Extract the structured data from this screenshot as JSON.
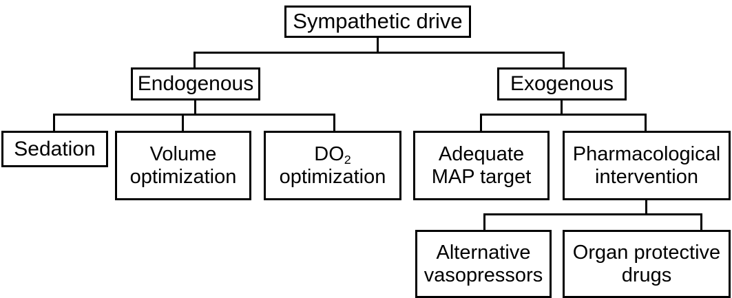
{
  "diagram": {
    "title": "Sympathetic drive",
    "type": "hierarchy-flowchart",
    "orientation": "top-down",
    "style": {
      "box_border_color": "#000000",
      "box_fill_color": "#ffffff",
      "connector_color": "#000000",
      "text_color": "#000000",
      "background_color": "#ffffff"
    },
    "levels": [
      {
        "level": 1,
        "nodes": [
          {
            "id": "sympathetic-drive",
            "label": "Sympathetic drive"
          }
        ]
      },
      {
        "level": 2,
        "nodes": [
          {
            "id": "endogenous",
            "label": "Endogenous",
            "parent": "sympathetic-drive"
          },
          {
            "id": "exogenous",
            "label": "Exogenous",
            "parent": "sympathetic-drive"
          }
        ]
      },
      {
        "level": 3,
        "nodes": [
          {
            "id": "sedation",
            "label": "Sedation",
            "parent": "endogenous"
          },
          {
            "id": "volume-optimization",
            "line1": "Volume",
            "line2": "optimization",
            "parent": "endogenous"
          },
          {
            "id": "do2-optimization",
            "line1_prefix": "DO",
            "line1_subscript": "2",
            "line2": "optimization",
            "parent": "endogenous"
          },
          {
            "id": "adequate-map-target",
            "line1": "Adequate",
            "line2": "MAP target",
            "parent": "exogenous"
          },
          {
            "id": "pharmacological-intervention",
            "line1": "Pharmacological",
            "line2": "intervention",
            "parent": "exogenous"
          }
        ]
      },
      {
        "level": 4,
        "nodes": [
          {
            "id": "alternative-vasopressors",
            "line1": "Alternative",
            "line2": "vasopressors",
            "parent": "pharmacological-intervention"
          },
          {
            "id": "organ-protective-drugs",
            "line1": "Organ protective",
            "line2": "drugs",
            "parent": "pharmacological-intervention"
          }
        ]
      }
    ]
  }
}
